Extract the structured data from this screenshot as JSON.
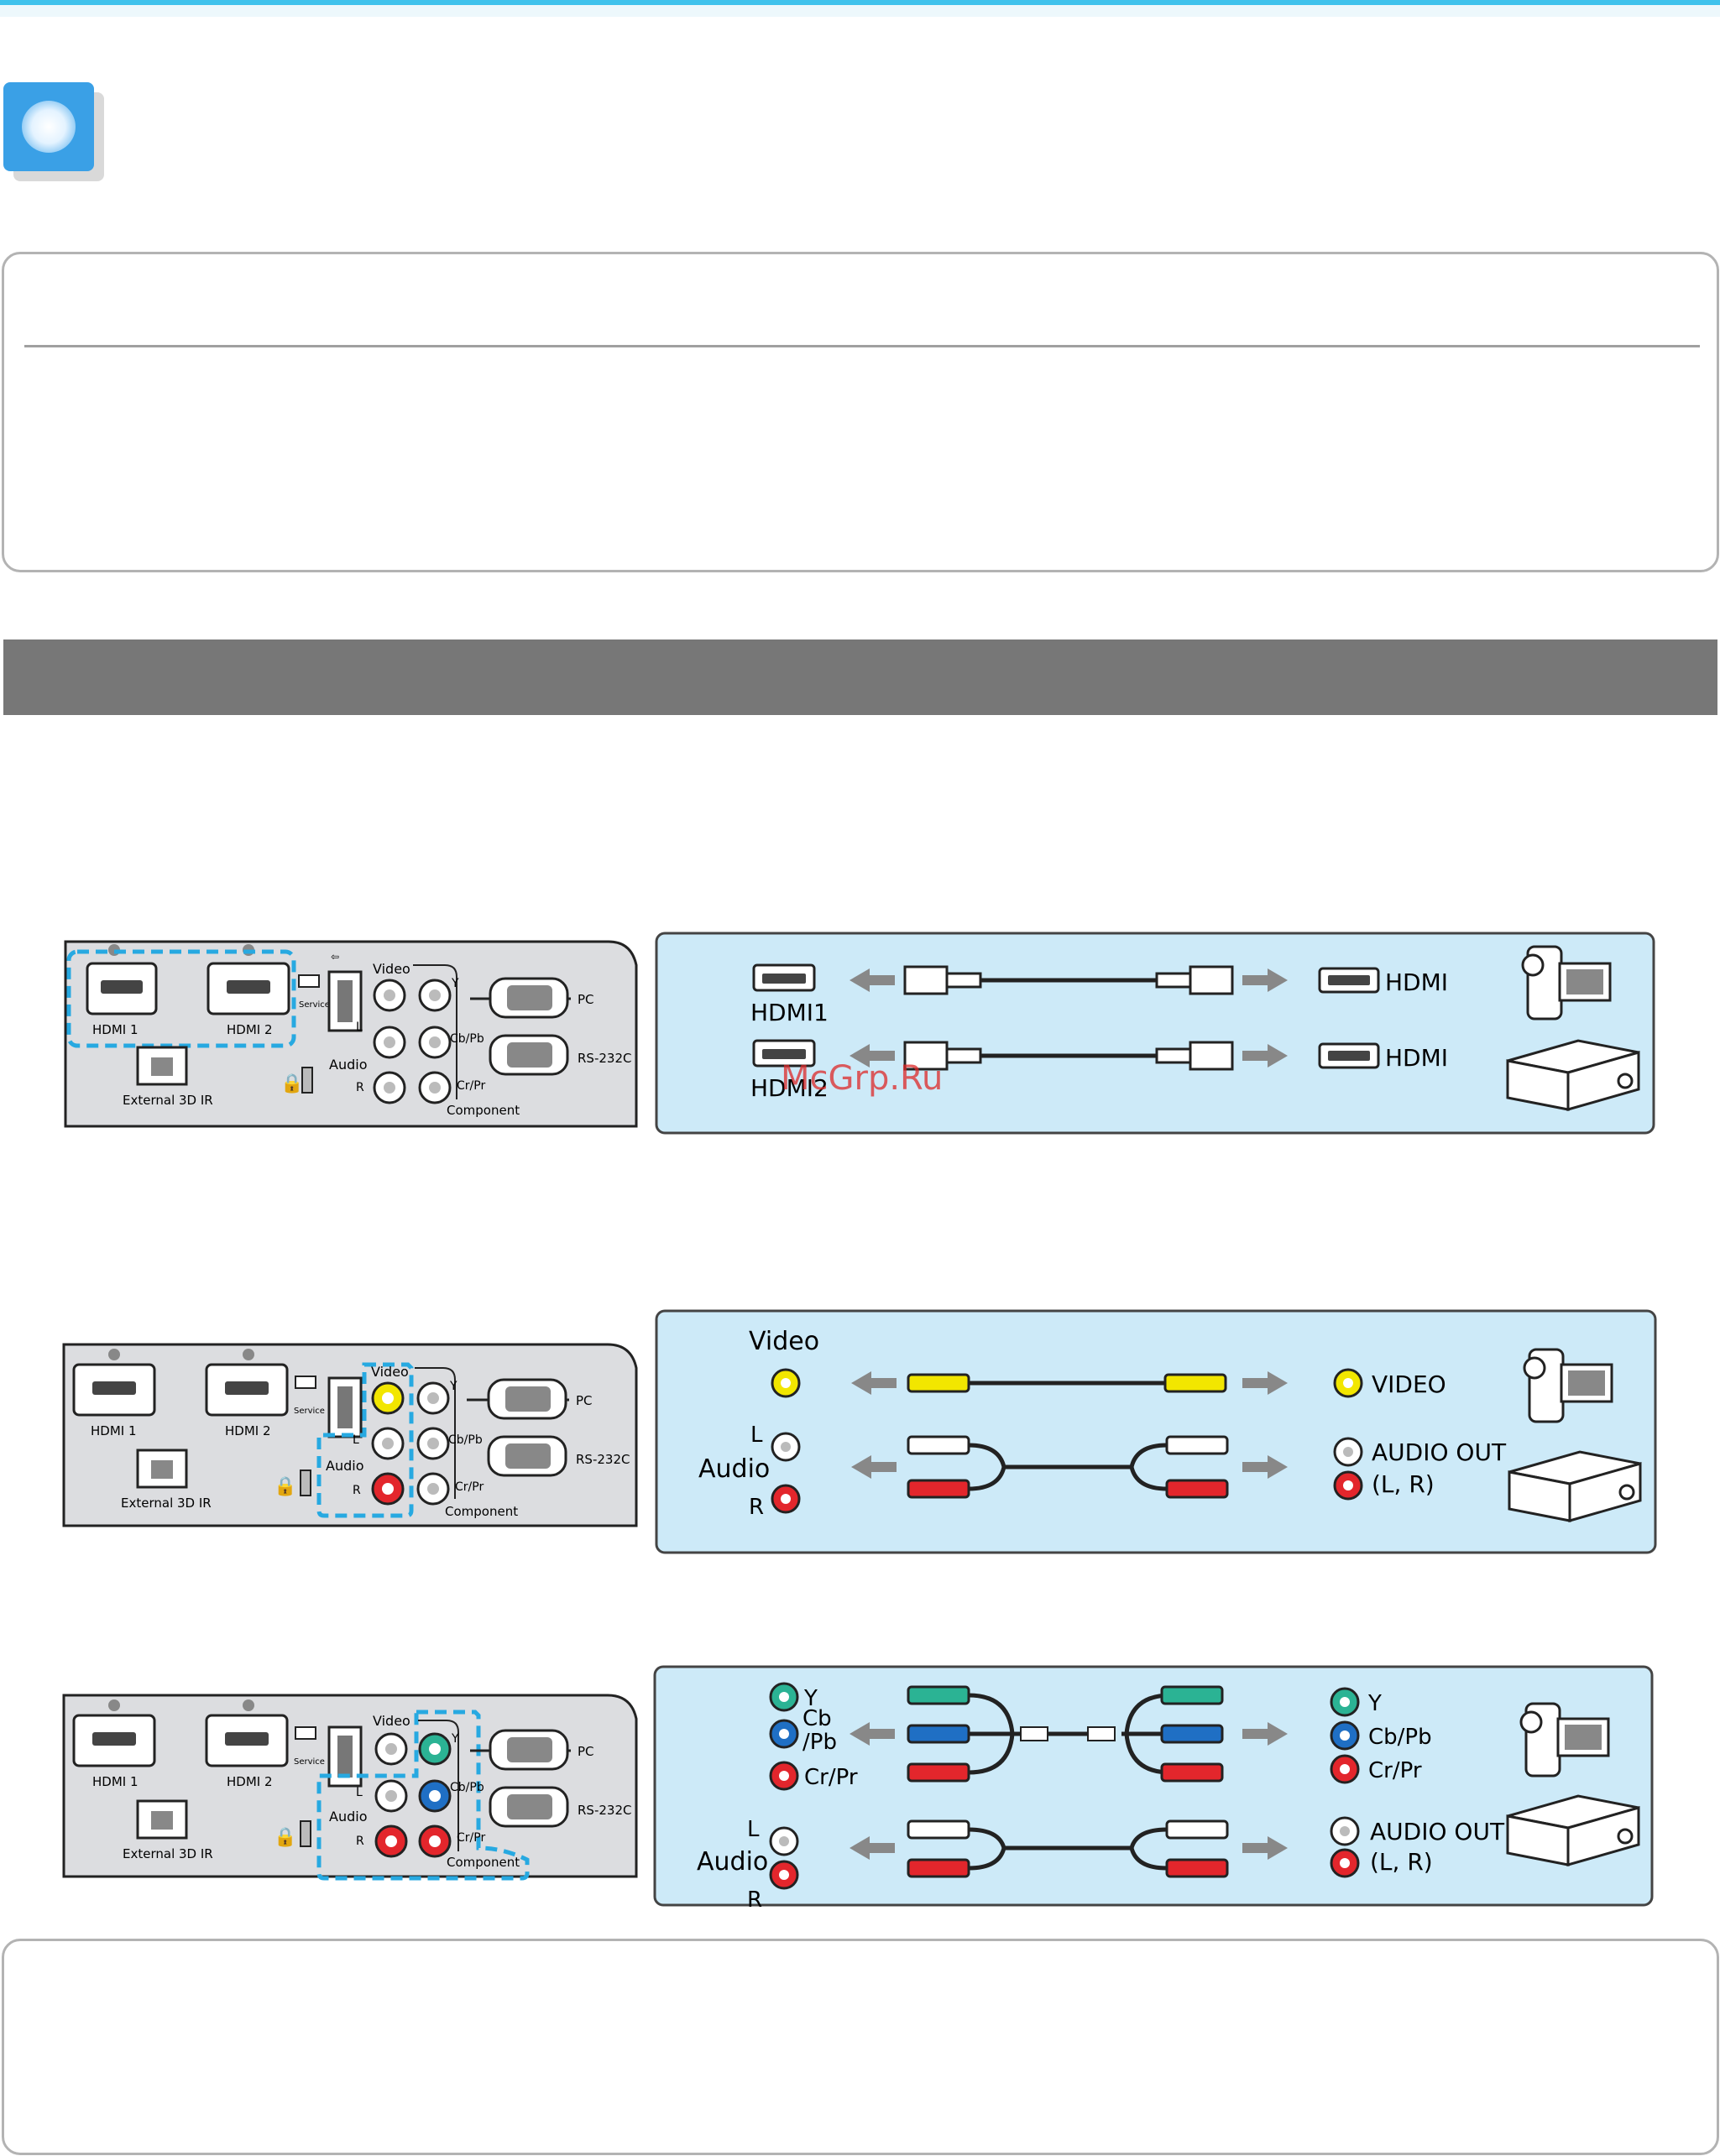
{
  "watermark": "McGrp.Ru",
  "projector_panel": {
    "hdmi1": "HDMI 1",
    "hdmi2": "HDMI 2",
    "service_only": "Service Only",
    "video": "Video",
    "audio": "Audio",
    "l": "L",
    "r": "R",
    "y": "Y",
    "cb_pb": "Cb/Pb",
    "cr_pr": "Cr/Pr",
    "component": "Component",
    "pc": "PC",
    "rs232c": "RS-232C",
    "external_3d_ir": "External 3D IR"
  },
  "hdmi_diagram": {
    "port_hdmi1": "HDMI1",
    "port_hdmi2": "HDMI2",
    "device_hdmi_top": "HDMI",
    "device_hdmi_bottom": "HDMI"
  },
  "video_diagram": {
    "video_label": "Video",
    "audio_label": "Audio",
    "l_label": "L",
    "r_label": "R",
    "device_video": "VIDEO",
    "device_audio_out": "AUDIO OUT",
    "device_lr": "(L, R)"
  },
  "component_diagram": {
    "y": "Y",
    "cb": "Cb",
    "pb": "/Pb",
    "cr_pr": "Cr/Pr",
    "audio_label": "Audio",
    "l_label": "L",
    "r_label": "R",
    "device_y": "Y",
    "device_cb_pb": "Cb/Pb",
    "device_cr_pr": "Cr/Pr",
    "device_audio_out": "AUDIO OUT",
    "device_lr": "(L, R)"
  },
  "colors": {
    "accent_blue": "#3fc2ec",
    "diagram_bg": "#cdeaf8",
    "panel_gray": "#dcdde0",
    "rca_yellow": "#f2e600",
    "rca_red": "#e3262c",
    "rca_green": "#2bb394",
    "rca_blue": "#1f6fc4",
    "highlight_dash": "#27a9e1"
  }
}
